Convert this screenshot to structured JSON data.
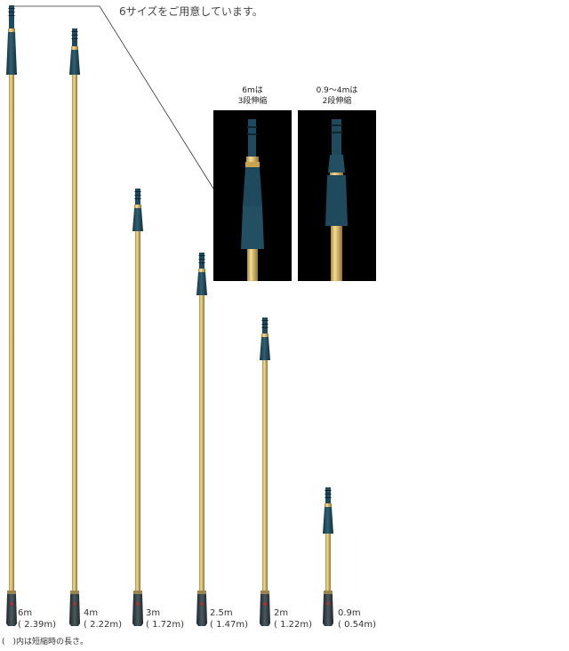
{
  "headline": "6サイズをご用意しています。",
  "details": [
    {
      "caption_line1": "6mは",
      "caption_line2": "3段伸縮"
    },
    {
      "caption_line1": "0.9～4mは",
      "caption_line2": "2段伸縮"
    }
  ],
  "poles": [
    {
      "length": "6m",
      "collapsed": "( 2.39m)"
    },
    {
      "length": "4m",
      "collapsed": "( 2.22m)"
    },
    {
      "length": "3m",
      "collapsed": "( 1.72m)"
    },
    {
      "length": "2.5m",
      "collapsed": "( 1.47m)"
    },
    {
      "length": "2m",
      "collapsed": "( 1.22m)"
    },
    {
      "length": "0.9m",
      "collapsed": "( 0.54m)"
    }
  ],
  "footnote": "(　)内は短縮時の長さ。",
  "colors": {
    "gold": "#d4b468",
    "gold_dark": "#a88a3e",
    "grip_blue": "#1f4a5e",
    "handle": "#2e3a3f",
    "dot_red": "#c0302a"
  }
}
